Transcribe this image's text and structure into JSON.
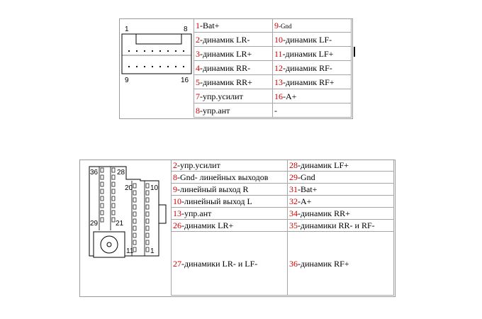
{
  "connector1": {
    "pin_labels": {
      "tl": "1",
      "tr": "8",
      "bl": "9",
      "br": "16"
    },
    "rows": [
      [
        {
          "n": "1",
          "t": "-Bat+"
        },
        {
          "n": "9",
          "t": "-Gnd"
        }
      ],
      [
        {
          "n": "2",
          "t": "-динамик LR-"
        },
        {
          "n": "10",
          "t": "-динамик LF-"
        }
      ],
      [
        {
          "n": "3",
          "t": "-динамик LR+"
        },
        {
          "n": "11",
          "t": "-динамик LF+"
        }
      ],
      [
        {
          "n": "4",
          "t": "-динамик RR-"
        },
        {
          "n": "12",
          "t": "-динамик RF-"
        }
      ],
      [
        {
          "n": "5",
          "t": "-динамик RR+"
        },
        {
          "n": "13",
          "t": "-динамик RF+"
        }
      ],
      [
        {
          "n": "7",
          "t": "-упр.усилит"
        },
        {
          "n": "16",
          "t": "-A+"
        }
      ],
      [
        {
          "n": "8",
          "t": "-упр.ант"
        },
        {
          "n": "",
          "t": "-"
        }
      ]
    ]
  },
  "connector2": {
    "pin_labels": {
      "p36": "36",
      "p28": "28",
      "p20": "20",
      "p10": "10",
      "p29": "29",
      "p21": "21",
      "p11": "11",
      "p1": "1"
    },
    "rows": [
      [
        {
          "n": "2",
          "t": "-упр.усилит"
        },
        {
          "n": "28",
          "t": "-динамик LF+"
        }
      ],
      [
        {
          "n": "8",
          "t": "-Gnd- линейных выходов"
        },
        {
          "n": "29",
          "t": "-Gnd"
        }
      ],
      [
        {
          "n": "9",
          "t": "-линейный выход R"
        },
        {
          "n": "31",
          "t": "-Bat+"
        }
      ],
      [
        {
          "n": "10",
          "t": "-линейный выход L"
        },
        {
          "n": "32",
          "t": "-A+"
        }
      ],
      [
        {
          "n": "13",
          "t": "-упр.ант"
        },
        {
          "n": "34",
          "t": "-динамик RR+"
        }
      ],
      [
        {
          "n": "26",
          "t": "-динамик LR+"
        },
        {
          "n": "35",
          "t": "-динамики RR- и RF-"
        }
      ],
      [
        {
          "n": "27",
          "t": "-динамики LR- и LF-"
        },
        {
          "n": "36",
          "t": "-динамик RF+"
        }
      ]
    ]
  }
}
